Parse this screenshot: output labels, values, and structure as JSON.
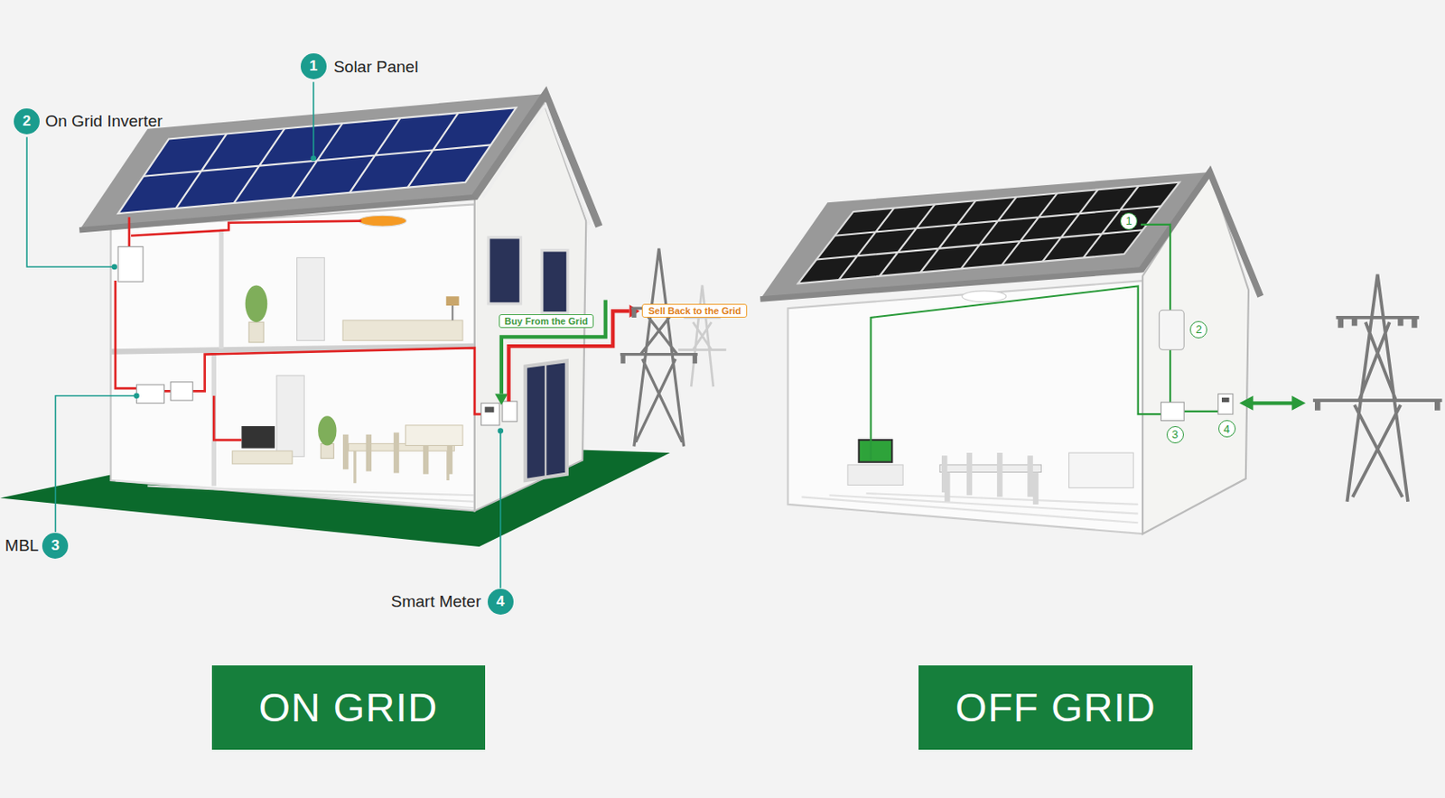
{
  "diagram": {
    "nodes": [
      {
        "text": [
          "Buy From the Grid"
        ]
      },
      {
        "text": [
          "Sell Back to the Grid"
        ]
      },
      {
        "text": [
          "ON GRID"
        ]
      },
      {
        "text": [
          "OFF GRID"
        ]
      }
    ],
    "labels": [
      "1",
      "Solar Panel",
      "2",
      "On Grid Inverter",
      "MBL",
      "3",
      "Smart Meter",
      "4",
      "1",
      "2",
      "3",
      "4"
    ]
  }
}
